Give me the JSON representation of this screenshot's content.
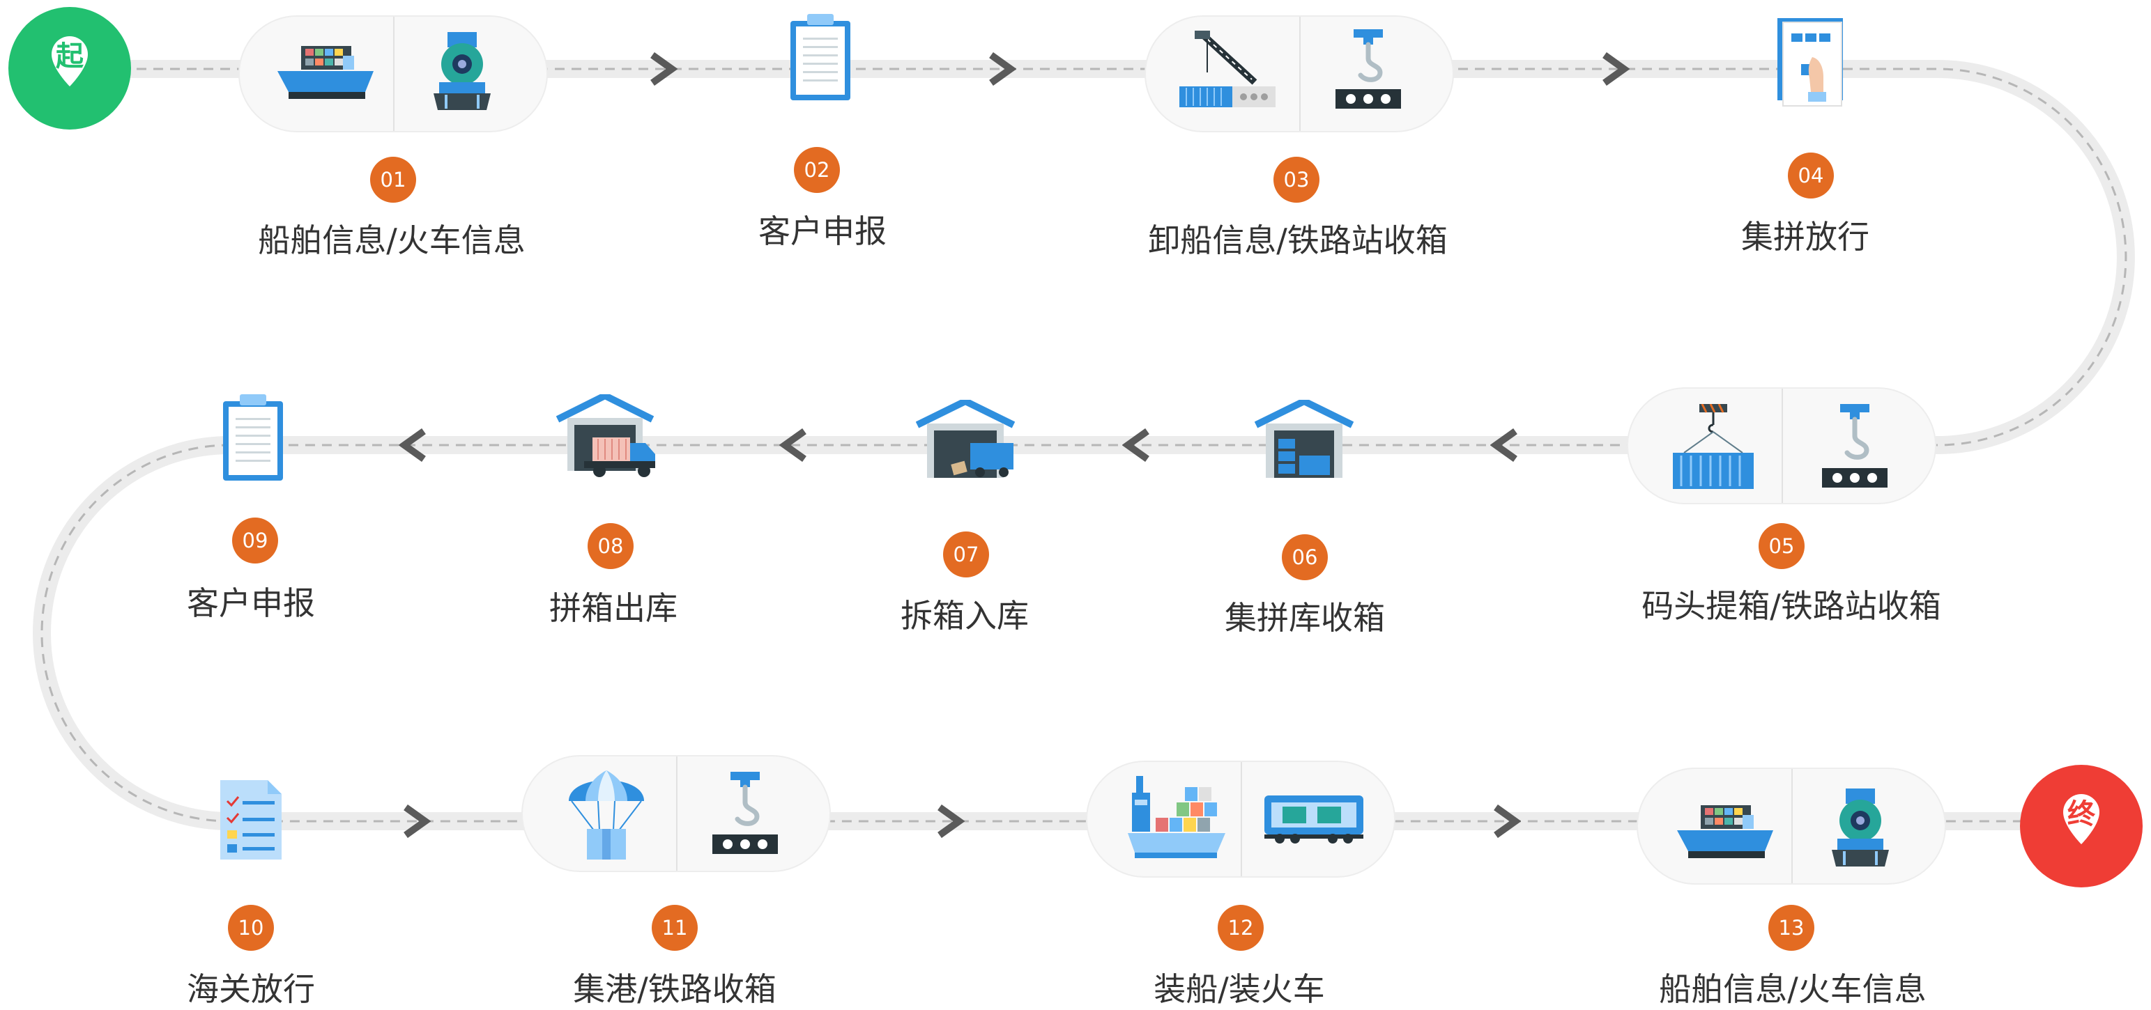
{
  "start_marker": {
    "label": "起",
    "color": "#22c070"
  },
  "end_marker": {
    "label": "终",
    "color": "#ef3d35"
  },
  "colors": {
    "badge": "#e36b22",
    "track": "#ececec",
    "dash": "#b6b6b6",
    "arrow": "#5a5a5a",
    "icon_blue": "#2f8fde"
  },
  "steps": [
    {
      "num": "01",
      "label": "船舶信息/火车信息",
      "icons": [
        "ship-icon",
        "locomotive-icon"
      ]
    },
    {
      "num": "02",
      "label": "客户申报",
      "icons": [
        "clipboard-icon"
      ]
    },
    {
      "num": "03",
      "label": "卸船信息/铁路站收箱",
      "icons": [
        "dock-crane-icon",
        "gantry-hook-icon"
      ]
    },
    {
      "num": "04",
      "label": "集拼放行",
      "icons": [
        "release-document-icon"
      ]
    },
    {
      "num": "05",
      "label": "码头提箱/铁路站收箱",
      "icons": [
        "container-hoist-icon",
        "gantry-hook-icon"
      ]
    },
    {
      "num": "06",
      "label": "集拼库收箱",
      "icons": [
        "warehouse-shelves-icon"
      ]
    },
    {
      "num": "07",
      "label": "拆箱入库",
      "icons": [
        "warehouse-unloading-icon"
      ]
    },
    {
      "num": "08",
      "label": "拼箱出库",
      "icons": [
        "warehouse-truck-icon"
      ]
    },
    {
      "num": "09",
      "label": "客户申报",
      "icons": [
        "clipboard-icon"
      ]
    },
    {
      "num": "10",
      "label": "海关放行",
      "icons": [
        "checklist-icon"
      ]
    },
    {
      "num": "11",
      "label": "集港/铁路收箱",
      "icons": [
        "parachute-box-icon",
        "gantry-hook-icon"
      ]
    },
    {
      "num": "12",
      "label": "装船/装火车",
      "icons": [
        "cargo-ship-icon",
        "rail-wagon-icon"
      ]
    },
    {
      "num": "13",
      "label": "船舶信息/火车信息",
      "icons": [
        "ship-icon",
        "locomotive-icon"
      ]
    }
  ]
}
